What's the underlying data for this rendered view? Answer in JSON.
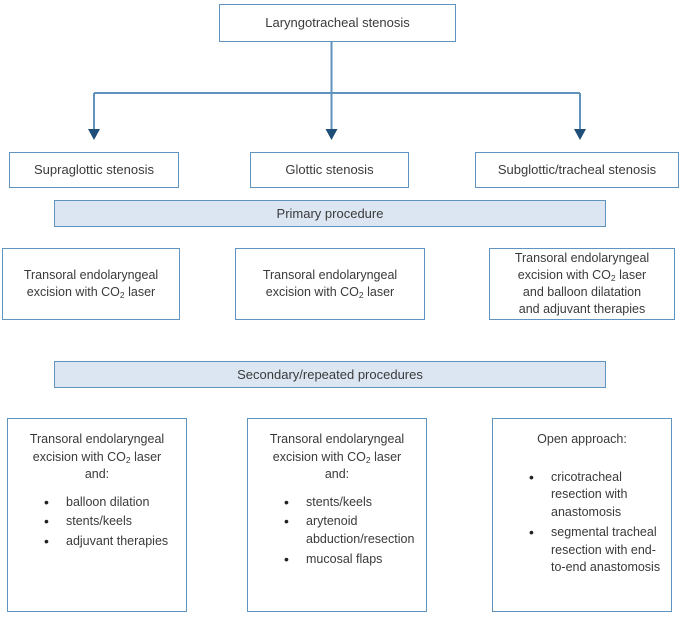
{
  "diagram": {
    "title": "Laryngotracheal stenosis management flowchart",
    "root": {
      "label": "Laryngotracheal stenosis"
    },
    "categories": [
      {
        "label": "Supraglottic stenosis"
      },
      {
        "label": "Glottic stenosis"
      },
      {
        "label": "Subglottic/tracheal stenosis"
      }
    ],
    "banners": {
      "primary": "Primary procedure",
      "secondary": "Secondary/repeated procedures"
    },
    "primary_procedures": [
      {
        "line1": "Transoral endolaryngeal",
        "line2_pre": "excision with CO",
        "line2_sub": "2",
        "line2_post": " laser",
        "line3": "",
        "line4": ""
      },
      {
        "line1": "Transoral endolaryngeal",
        "line2_pre": "excision with CO",
        "line2_sub": "2",
        "line2_post": " laser",
        "line3": "",
        "line4": ""
      },
      {
        "line1": "Transoral endolaryngeal",
        "line2_pre": "excision with CO",
        "line2_sub": "2",
        "line2_post": " laser",
        "line3": "and balloon dilatation",
        "line4": "and adjuvant therapies"
      }
    ],
    "secondary_procedures": [
      {
        "heading_line1": "Transoral endolaryngeal",
        "heading_line2_pre": "excision with CO",
        "heading_line2_sub": "2",
        "heading_line2_post": " laser",
        "heading_line3": "and:",
        "bullets": [
          "balloon dilation",
          "stents/keels",
          "adjuvant therapies"
        ]
      },
      {
        "heading_line1": "Transoral endolaryngeal",
        "heading_line2_pre": "excision with CO",
        "heading_line2_sub": "2",
        "heading_line2_post": " laser",
        "heading_line3": "and:",
        "bullets": [
          "stents/keels",
          "arytenoid abduction/resection",
          "mucosal flaps"
        ]
      },
      {
        "heading_line1": "Open approach:",
        "heading_line2_pre": "",
        "heading_line2_sub": "",
        "heading_line2_post": "",
        "heading_line3": "",
        "bullets": [
          "cricotracheal resection with anastomosis",
          "segmental tracheal resection with end-to-end anastomosis"
        ]
      }
    ],
    "colors": {
      "border": "#6193BF",
      "banner_fill": "#DCE6F2",
      "connector": "#6193BF",
      "arrow_head": "#1F4E79",
      "text": "#3A3A3A"
    }
  }
}
